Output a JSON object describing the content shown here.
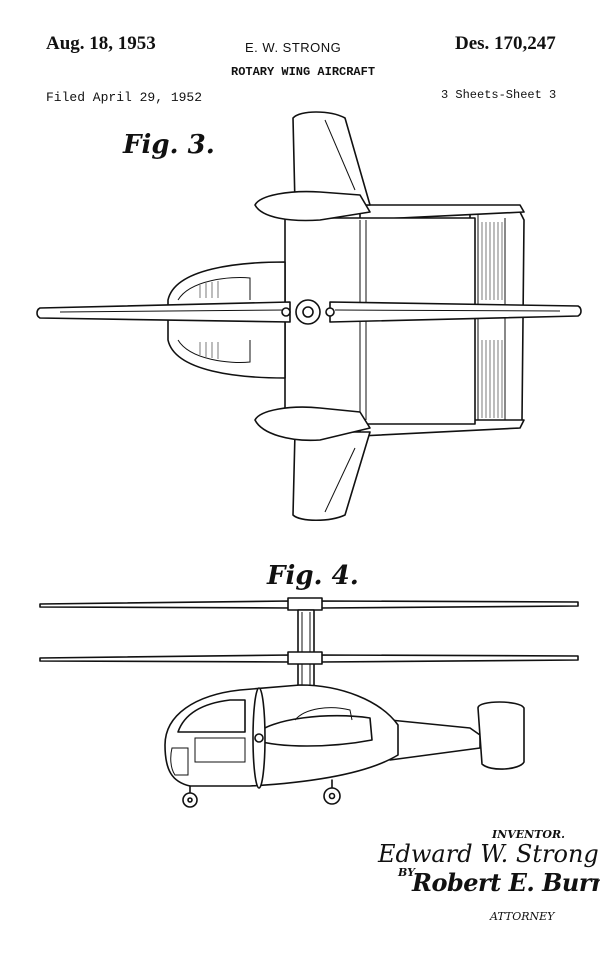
{
  "header": {
    "date": "Aug. 18, 1953",
    "inventor_name": "E. W. STRONG",
    "patent_number": "Des. 170,247",
    "title": "ROTARY WING AIRCRAFT",
    "filed": "Filed April 29, 1952",
    "sheets": "3 Sheets-Sheet 3"
  },
  "figures": {
    "fig3_label": "Fig. 3.",
    "fig4_label": "Fig. 4."
  },
  "signature_block": {
    "inventor_label": "INVENTOR.",
    "inventor_signature": "Edward W. Strong",
    "by_label": "BY",
    "attorney_signature": "Robert E. Burns",
    "attorney_label": "ATTORNEY"
  }
}
